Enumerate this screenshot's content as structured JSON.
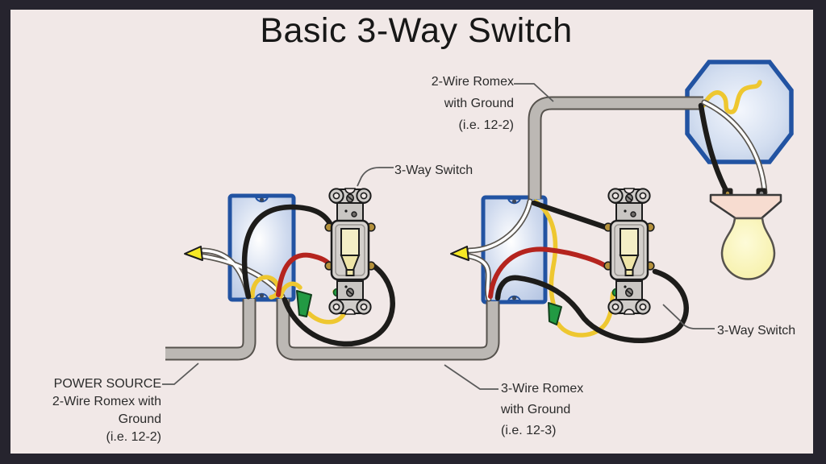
{
  "title": "Basic 3-Way Switch",
  "labels": {
    "light_cable": {
      "line1": "2-Wire Romex",
      "line2": "with Ground",
      "line3": "(i.e. 12-2)"
    },
    "switch1": "3-Way Switch",
    "switch2": "3-Way Switch",
    "power_source": {
      "line1": "POWER SOURCE",
      "line2": "2-Wire Romex with",
      "line3": "Ground",
      "line4": "(i.e. 12-2)"
    },
    "traveler_cable": {
      "line1": "3-Wire Romex",
      "line2": "with Ground",
      "line3": "(i.e. 12-3)"
    }
  },
  "colors": {
    "background": "#f1e8e7",
    "frame": "#26242e",
    "text": "#2b2b2b",
    "box_outline": "#2253a2",
    "box_fill": "#c7d4ea",
    "cable": "#bcb8b4",
    "wire_black": "#1d1c1a",
    "wire_red": "#b5241e",
    "wire_yellow": "#eec730",
    "wire_white": "#ffffff",
    "nut_yellow": "#f6e825",
    "nut_green": "#229a43",
    "switch_body": "#d8d4d0",
    "toggle": "#f4eec6",
    "bulb": "#faf5b6",
    "socket": "#f7dcd0"
  }
}
